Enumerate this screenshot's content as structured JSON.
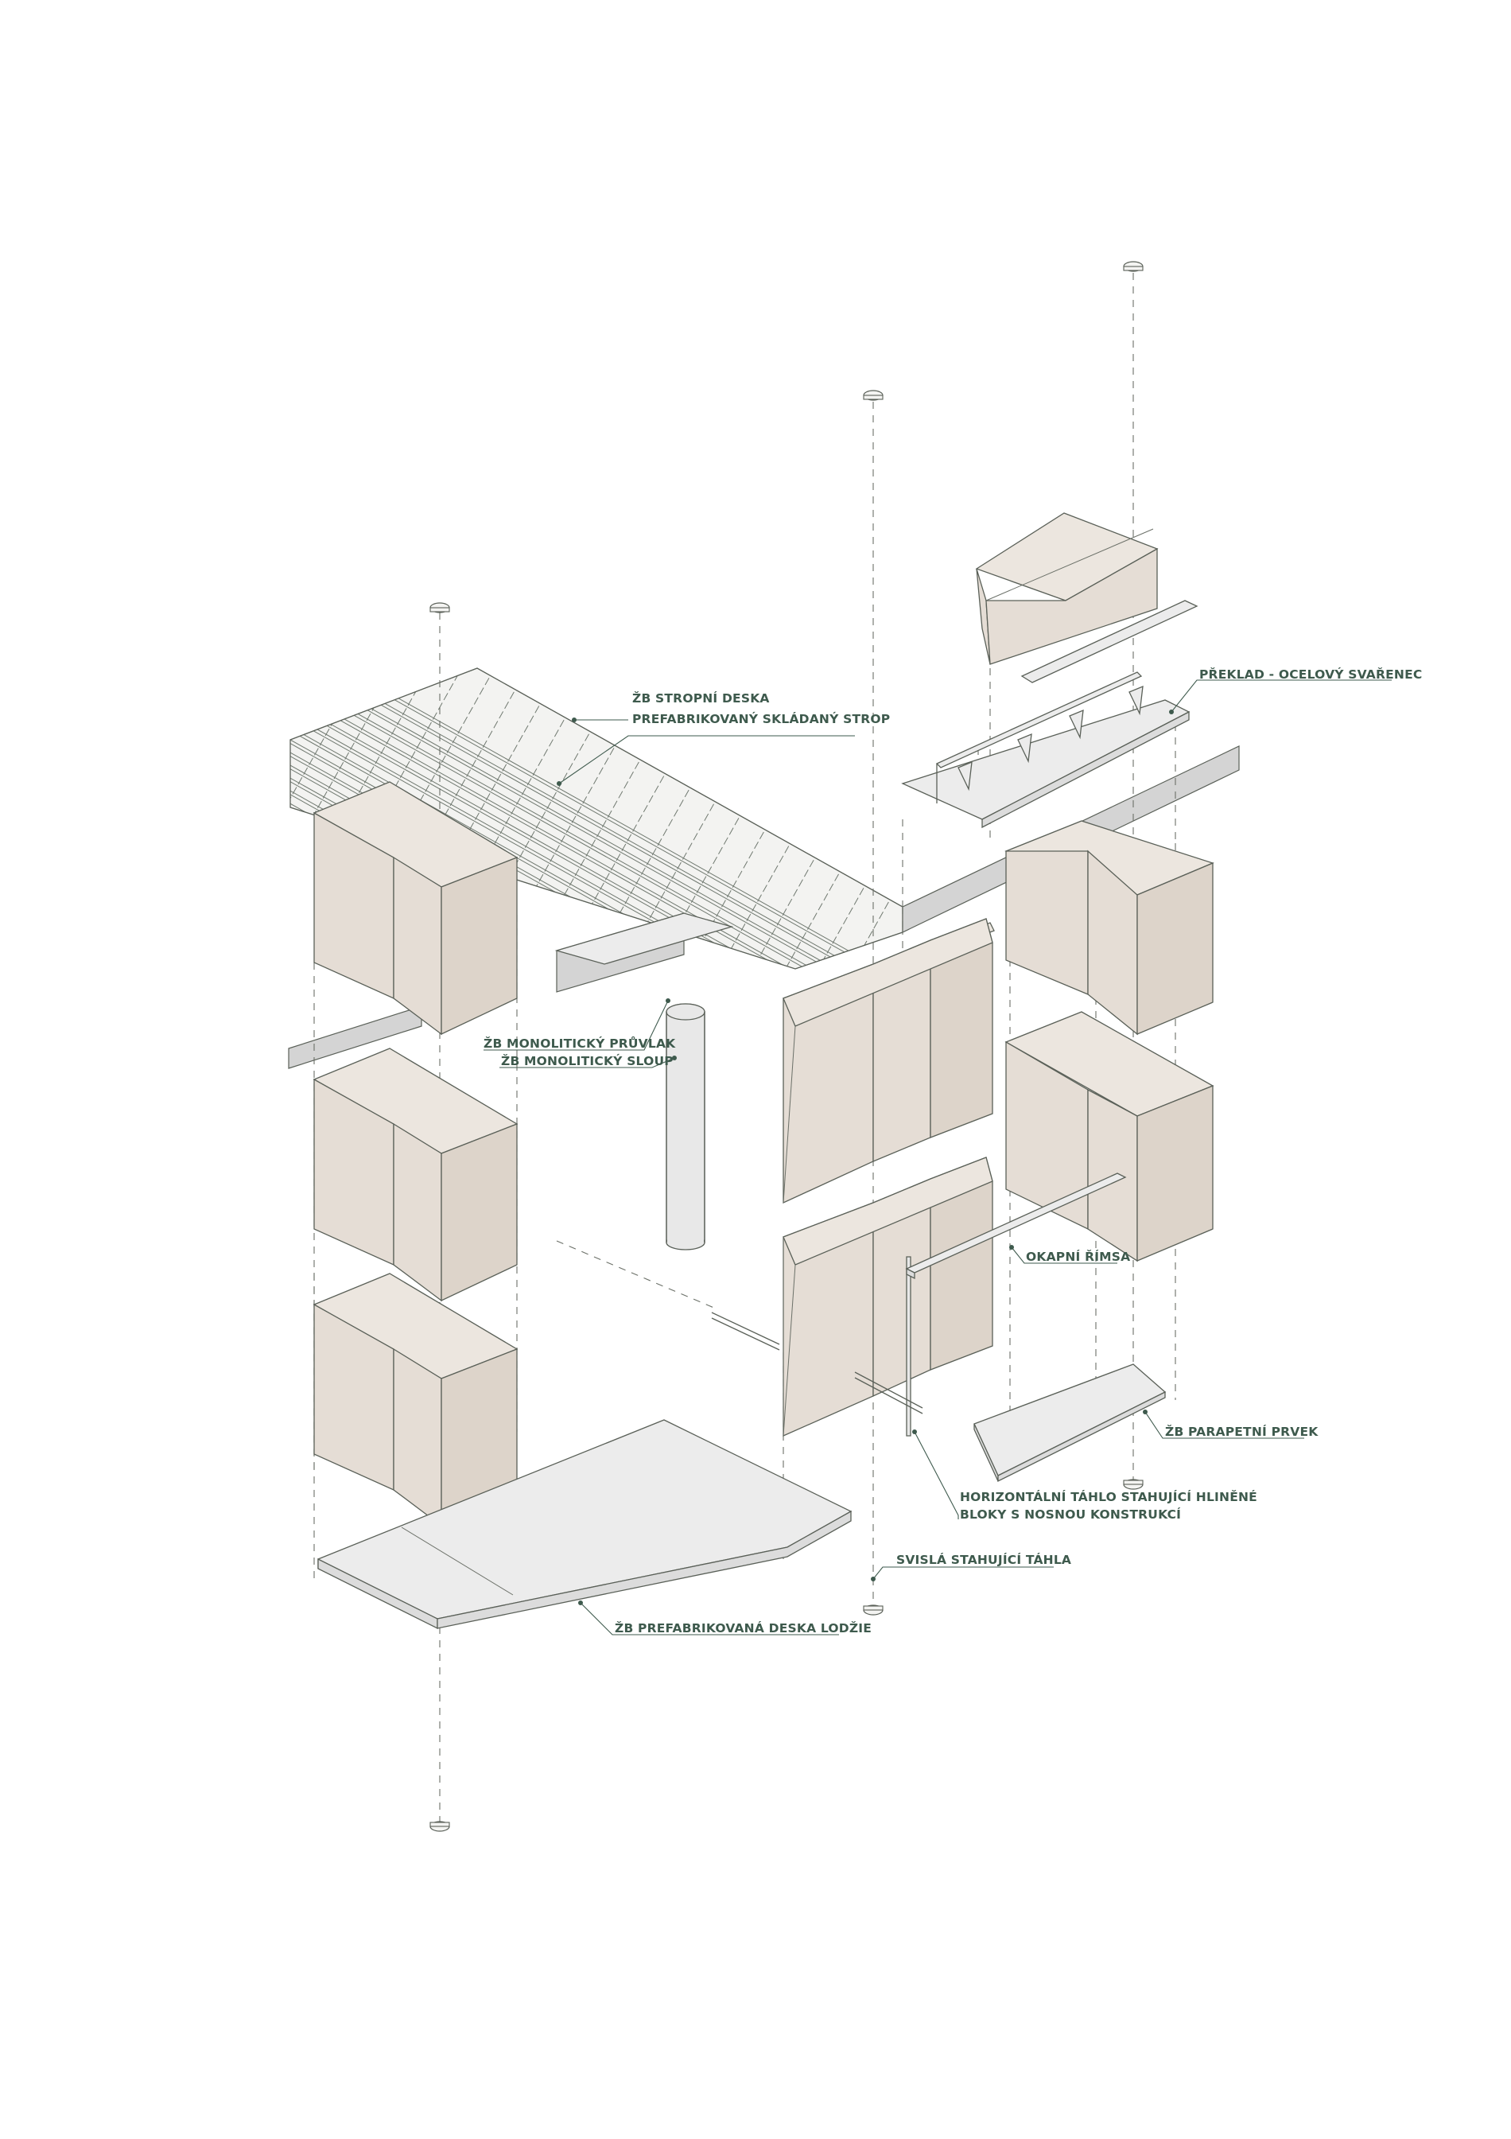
{
  "labels": {
    "zb_stropni_deska": "ŽB STROPNÍ DESKA",
    "prefabrikovany_strop": "PREFABRIKOVANÝ SKLÁDANÝ STROP",
    "preklad": "PŘEKLAD - OCELOVÝ SVAŘENEC",
    "zb_pruvlak": "ŽB MONOLITICKÝ PRŮVLAK",
    "zb_sloup": "ŽB MONOLITICKÝ SLOUP",
    "okapni_rimsa": "OKAPNÍ ŘÍMSA",
    "zb_parapetni_prvek": "ŽB PARAPETNÍ PRVEK",
    "horizontalni_tahlo_1": "HORIZONTÁLNÍ TÁHLO STAHUJÍCÍ HLINĚNÉ",
    "horizontalni_tahlo_2": "BLOKY S NOSNOU KONSTRUKCÍ",
    "svisla_tahla": "SVISLÁ STAHUJÍCÍ TÁHLA",
    "zb_deska_lodzie": "ŽB PREFABRIKOVANÁ DESKA LODŽIE"
  },
  "colors": {
    "label": "#3e5a4d",
    "earth_block": "#e5ddd5",
    "concrete": "#ececec",
    "line": "#5a6058"
  }
}
